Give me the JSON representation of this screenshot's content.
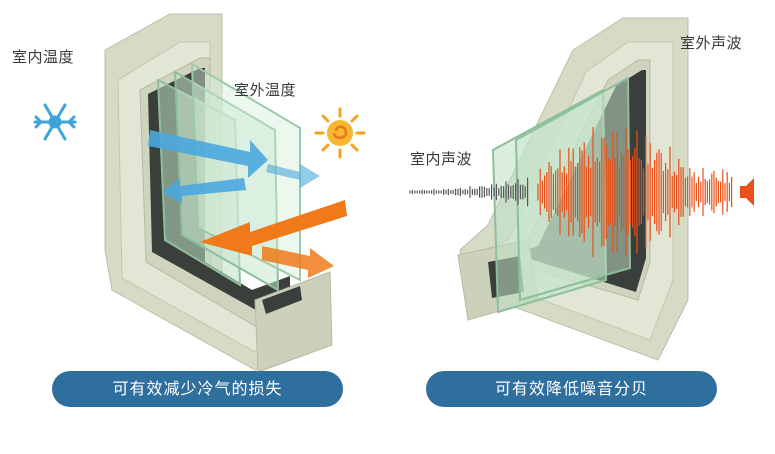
{
  "left": {
    "indoor_label": "室内温度",
    "outdoor_label": "室外温度",
    "caption": "可有效减少冷气的损失",
    "icons": [
      "snowflake-icon",
      "sun-icon"
    ],
    "colors": {
      "cold_arrow": "#4aa8de",
      "heat_arrow": "#f07a1a",
      "frame": "#d4d9c4",
      "glass": "#b8dcc2"
    }
  },
  "right": {
    "outdoor_label": "室外声波",
    "indoor_label": "室内声波",
    "caption": "可有效降低噪音分贝",
    "icons": [
      "speaker-icon"
    ],
    "colors": {
      "sound_outside": "#e8501a",
      "sound_inside": "#555555"
    }
  },
  "caption_color": "#2f6f9e"
}
